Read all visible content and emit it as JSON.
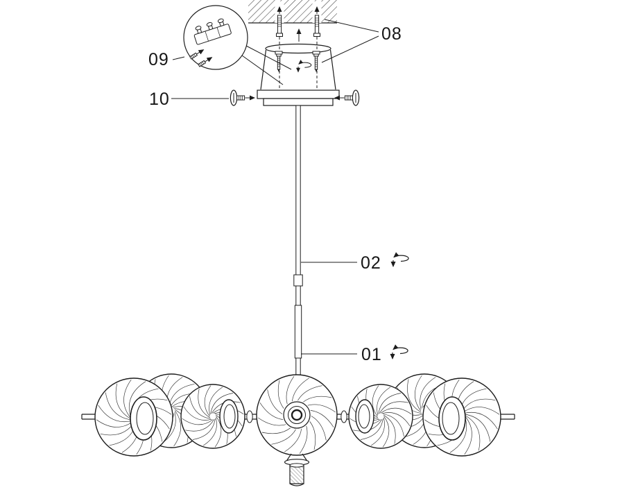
{
  "colors": {
    "background": "#ffffff",
    "line": "#1c1c1c",
    "text": "#161616"
  },
  "labels": {
    "step08": "08",
    "step09": "09",
    "step10": "10",
    "step02": "02",
    "step01": "01"
  },
  "icons": {
    "rotation_icon": "rotate-screw-arrow",
    "up_arrow_icon": "arrow-up",
    "down_arrow_icon": "arrow-down",
    "ceiling_hatch": "ceiling-section-hatch",
    "thread_hatch": "threaded-finial-hatch"
  }
}
